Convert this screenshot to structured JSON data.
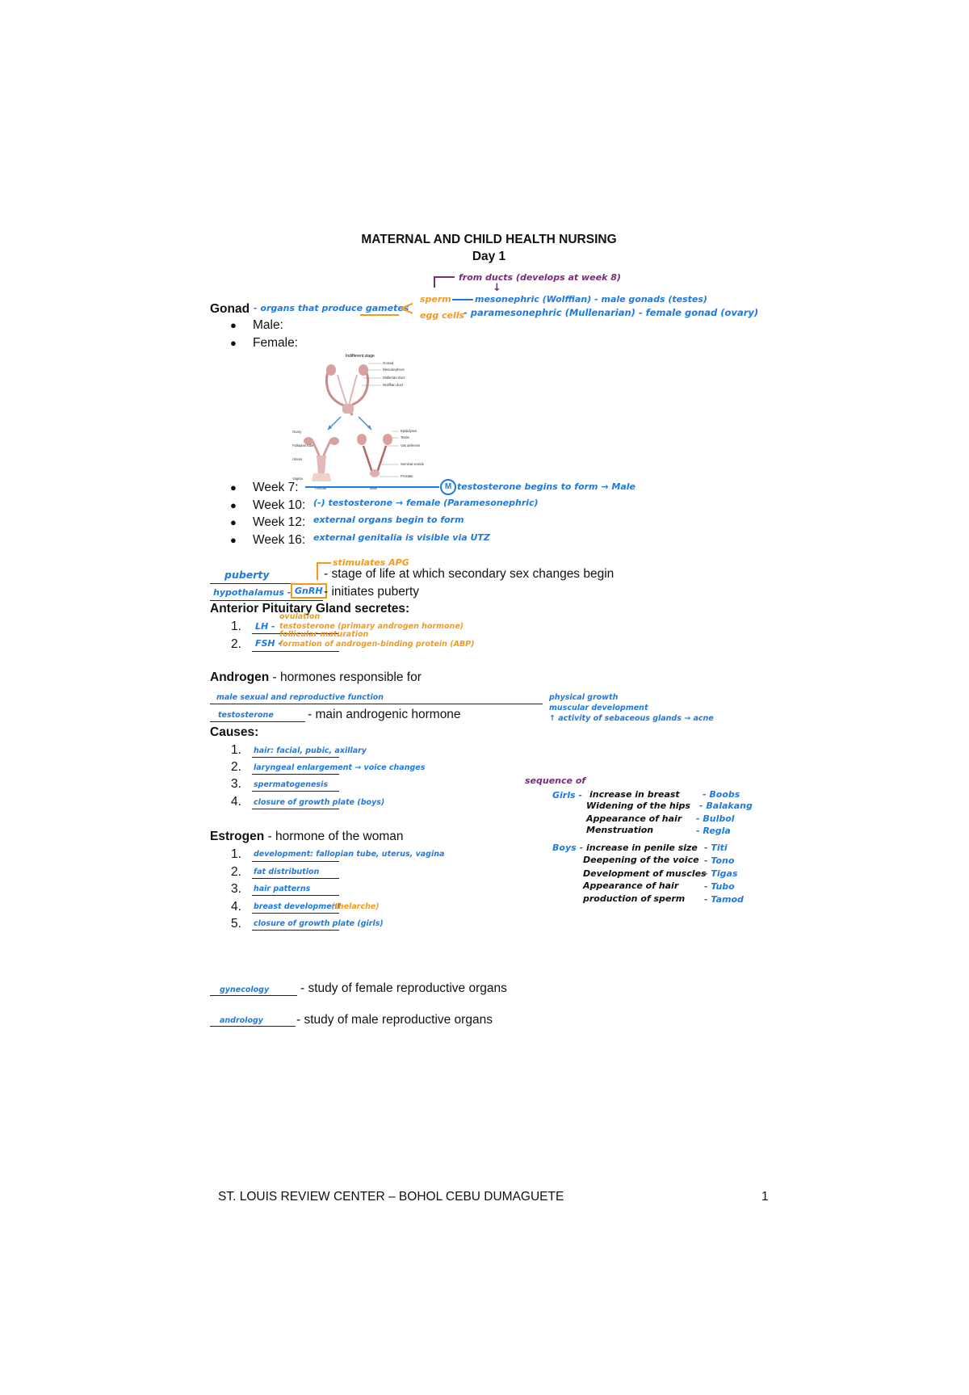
{
  "header": {
    "title": "MATERNAL AND CHILD HEALTH NURSING",
    "subtitle": "Day 1"
  },
  "gonad": {
    "label": "Gonad",
    "note": "- organs that produce gametes",
    "arrow_note": "from ducts (develops at week 8)",
    "sperm": "sperm",
    "sperm_path": "mesonephric (Wolffian) - male gonads (testes)",
    "egg": "egg cells",
    "egg_path": "- paramesonephric (Mullenarian) - female gonad (ovary)",
    "items": [
      "Male:",
      "Female:"
    ]
  },
  "figure": {
    "stage": "Indifferent stage",
    "labels_top": [
      "Gonad",
      "Mesonephros",
      "Müllerian duct",
      "Wolffian duct"
    ],
    "labels_left": [
      "Ovary",
      "Fallopian tube",
      "Uterus",
      "Vagina"
    ],
    "labels_right": [
      "Epididymis",
      "Testis",
      "Vas deferens",
      "Seminal vesicle",
      "Prostate"
    ],
    "captions": [
      "Female",
      "Male"
    ]
  },
  "weeks": [
    {
      "label": "Week 7:",
      "note": "testosterone begins to form → Male",
      "marker": "M"
    },
    {
      "label": "Week 10:",
      "note": "(-) testosterone → female (Paramesonephric)"
    },
    {
      "label": "Week 12:",
      "note": "external organs begin to form"
    },
    {
      "label": "Week 16:",
      "note": "external genitalia is visible via UTZ"
    }
  ],
  "puberty": {
    "fill": "puberty",
    "text": "- stage of life at which secondary sex changes begin",
    "arrow_note": "stimulates APG"
  },
  "hypothalamus": {
    "fill": "hypothalamus -",
    "gnrh": "GnRH",
    "text": "- initiates puberty"
  },
  "apg": {
    "heading": "Anterior Pituitary Gland secretes:",
    "items": [
      {
        "num": "1.",
        "fill": "LH -",
        "note_top": "ovulation",
        "note": "testosterone (primary androgen hormone)"
      },
      {
        "num": "2.",
        "fill": "FSH -",
        "note_top": "follicular maturation",
        "note": "formation of androgen-binding protein (ABP)"
      }
    ]
  },
  "androgen": {
    "heading": "Androgen",
    "text": "- hormones responsible for",
    "fill": "male sexual and reproductive function",
    "side_notes": [
      "physical growth",
      "muscular development",
      "↑ activity of sebaceous glands → acne"
    ],
    "main_fill": "testosterone",
    "main_text": "- main androgenic hormone"
  },
  "causes": {
    "heading": "Causes:",
    "items": [
      {
        "num": "1.",
        "fill": "hair: facial, pubic, axillary"
      },
      {
        "num": "2.",
        "fill": "laryngeal enlargement → voice changes"
      },
      {
        "num": "3.",
        "fill": "spermatogenesis"
      },
      {
        "num": "4.",
        "fill": "closure of growth plate (boys)"
      }
    ]
  },
  "sequence": {
    "heading": "sequence of",
    "girls_label": "Girls -",
    "girls": [
      {
        "item": "increase in breast",
        "tag": "- Boobs"
      },
      {
        "item": "Widening of the hips",
        "tag": "- Balakang"
      },
      {
        "item": "Appearance of hair",
        "tag": "- Bulbol"
      },
      {
        "item": "Menstruation",
        "tag": "- Regla"
      }
    ],
    "boys_label": "Boys -",
    "boys": [
      {
        "item": "increase in penile size",
        "tag": "- Titi"
      },
      {
        "item": "Deepening of the voice",
        "tag": "- Tono"
      },
      {
        "item": "Development of muscles",
        "tag": "- Tigas"
      },
      {
        "item": "Appearance of hair",
        "tag": "- Tubo"
      },
      {
        "item": "production of sperm",
        "tag": "- Tamod"
      }
    ]
  },
  "estrogen": {
    "heading": "Estrogen",
    "text": "- hormone of the woman",
    "items": [
      {
        "num": "1.",
        "fill": "development: fallopian tube, uterus, vagina"
      },
      {
        "num": "2.",
        "fill": "fat distribution"
      },
      {
        "num": "3.",
        "fill": "hair patterns"
      },
      {
        "num": "4.",
        "fill": "breast development",
        "extra": "(thelarche)"
      },
      {
        "num": "5.",
        "fill": "closure of growth plate (girls)"
      }
    ]
  },
  "study": [
    {
      "fill": "gynecology",
      "text": "- study of female reproductive organs"
    },
    {
      "fill": "andrology",
      "text": "- study of male reproductive organs"
    }
  ],
  "footer": {
    "text": "ST. LOUIS REVIEW CENTER – BOHOL CEBU DUMAGUETE",
    "page": "1"
  },
  "colors": {
    "blue_ink": "#1f7ae0",
    "orange_ink": "#f39a1e",
    "purple_ink": "#7a2a7a"
  }
}
